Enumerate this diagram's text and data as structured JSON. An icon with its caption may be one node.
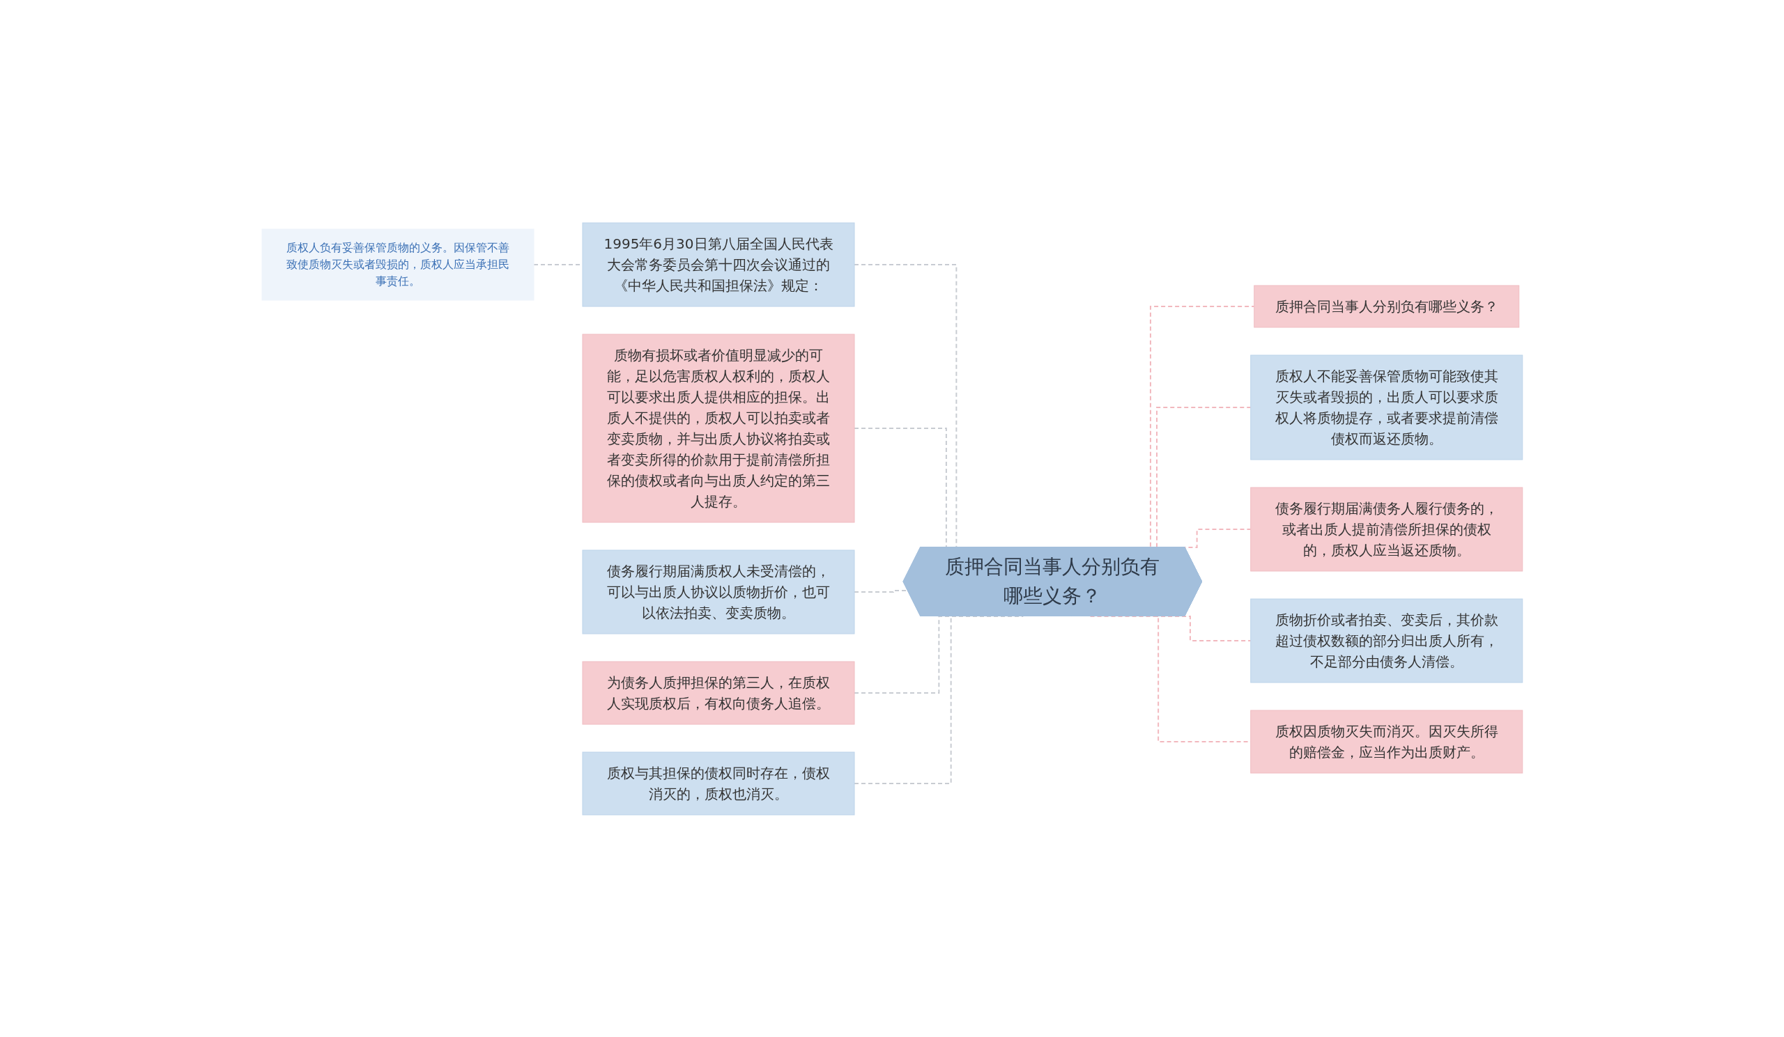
{
  "diagram": {
    "nodes": [
      {
        "text": [
          "质押合同当事人分别负有哪些义务？"
        ]
      },
      {
        "text": [
          "1995年6月30日第八届全国人民代表大会常务委员会第十四次会议通过的《中华人民共和国担保法》规定："
        ]
      },
      {
        "text": [
          "质权人负有妥善保管质物的义务。因保管不善致使质物灭失或者毁损的，质权人应当承担民事责任。"
        ]
      },
      {
        "text": [
          "质物有损坏或者价值明显减少的可能，足以危害质权人权利的，质权人可以要求出质人提供相应的担保。出质人不提供的，质权人可以拍卖或者变卖质物，并与出质人协议将拍卖或者变卖所得的价款用于提前清偿所担保的债权或者向与出质人约定的第三人提存。"
        ]
      },
      {
        "text": [
          "债务履行期届满质权人未受清偿的，可以与出质人协议以质物折价，也可以依法拍卖、变卖质物。"
        ]
      },
      {
        "text": [
          "为债务人质押担保的第三人，在质权人实现质权后，有权向债务人追偿。"
        ]
      },
      {
        "text": [
          "质权与其担保的债权同时存在，债权消灭的，质权也消灭。"
        ]
      },
      {
        "text": [
          "质押合同当事人分别负有哪些义务？"
        ]
      },
      {
        "text": [
          "质权人不能妥善保管质物可能致使其灭失或者毁损的，出质人可以要求质权人将质物提存，或者要求提前清偿债权而返还质物。"
        ]
      },
      {
        "text": [
          "债务履行期届满债务人履行债务的，或者出质人提前清偿所担保的债权的，质权人应当返还质物。"
        ]
      },
      {
        "text": [
          "质物折价或者拍卖、变卖后，其价款超过债权数额的部分归出质人所有，不足部分由债务人清偿。"
        ]
      },
      {
        "text": [
          "质权因质物灭失而消灭。因灭失所得的赔偿金，应当作为出质财产。"
        ]
      }
    ],
    "edges": [
      {
        "from": 0,
        "to": 1,
        "arrow": "none",
        "style": "dashed"
      },
      {
        "from": 0,
        "to": 3,
        "arrow": "none",
        "style": "dashed"
      },
      {
        "from": 0,
        "to": 4,
        "arrow": "none",
        "style": "dashed"
      },
      {
        "from": 0,
        "to": 5,
        "arrow": "none",
        "style": "dashed"
      },
      {
        "from": 0,
        "to": 6,
        "arrow": "none",
        "style": "dashed"
      },
      {
        "from": 1,
        "to": 2,
        "arrow": "none",
        "style": "dashed"
      },
      {
        "from": 0,
        "to": 7,
        "arrow": "none",
        "style": "dashed",
        "color": "#f2b8be"
      },
      {
        "from": 0,
        "to": 8,
        "arrow": "none",
        "style": "dashed",
        "color": "#f2b8be"
      },
      {
        "from": 0,
        "to": 9,
        "arrow": "none",
        "style": "dashed",
        "color": "#f2b8be"
      },
      {
        "from": 0,
        "to": 10,
        "arrow": "none",
        "style": "dashed",
        "color": "#f2b8be"
      },
      {
        "from": 0,
        "to": 11,
        "arrow": "none",
        "style": "dashed",
        "color": "#f2b8be"
      }
    ]
  }
}
